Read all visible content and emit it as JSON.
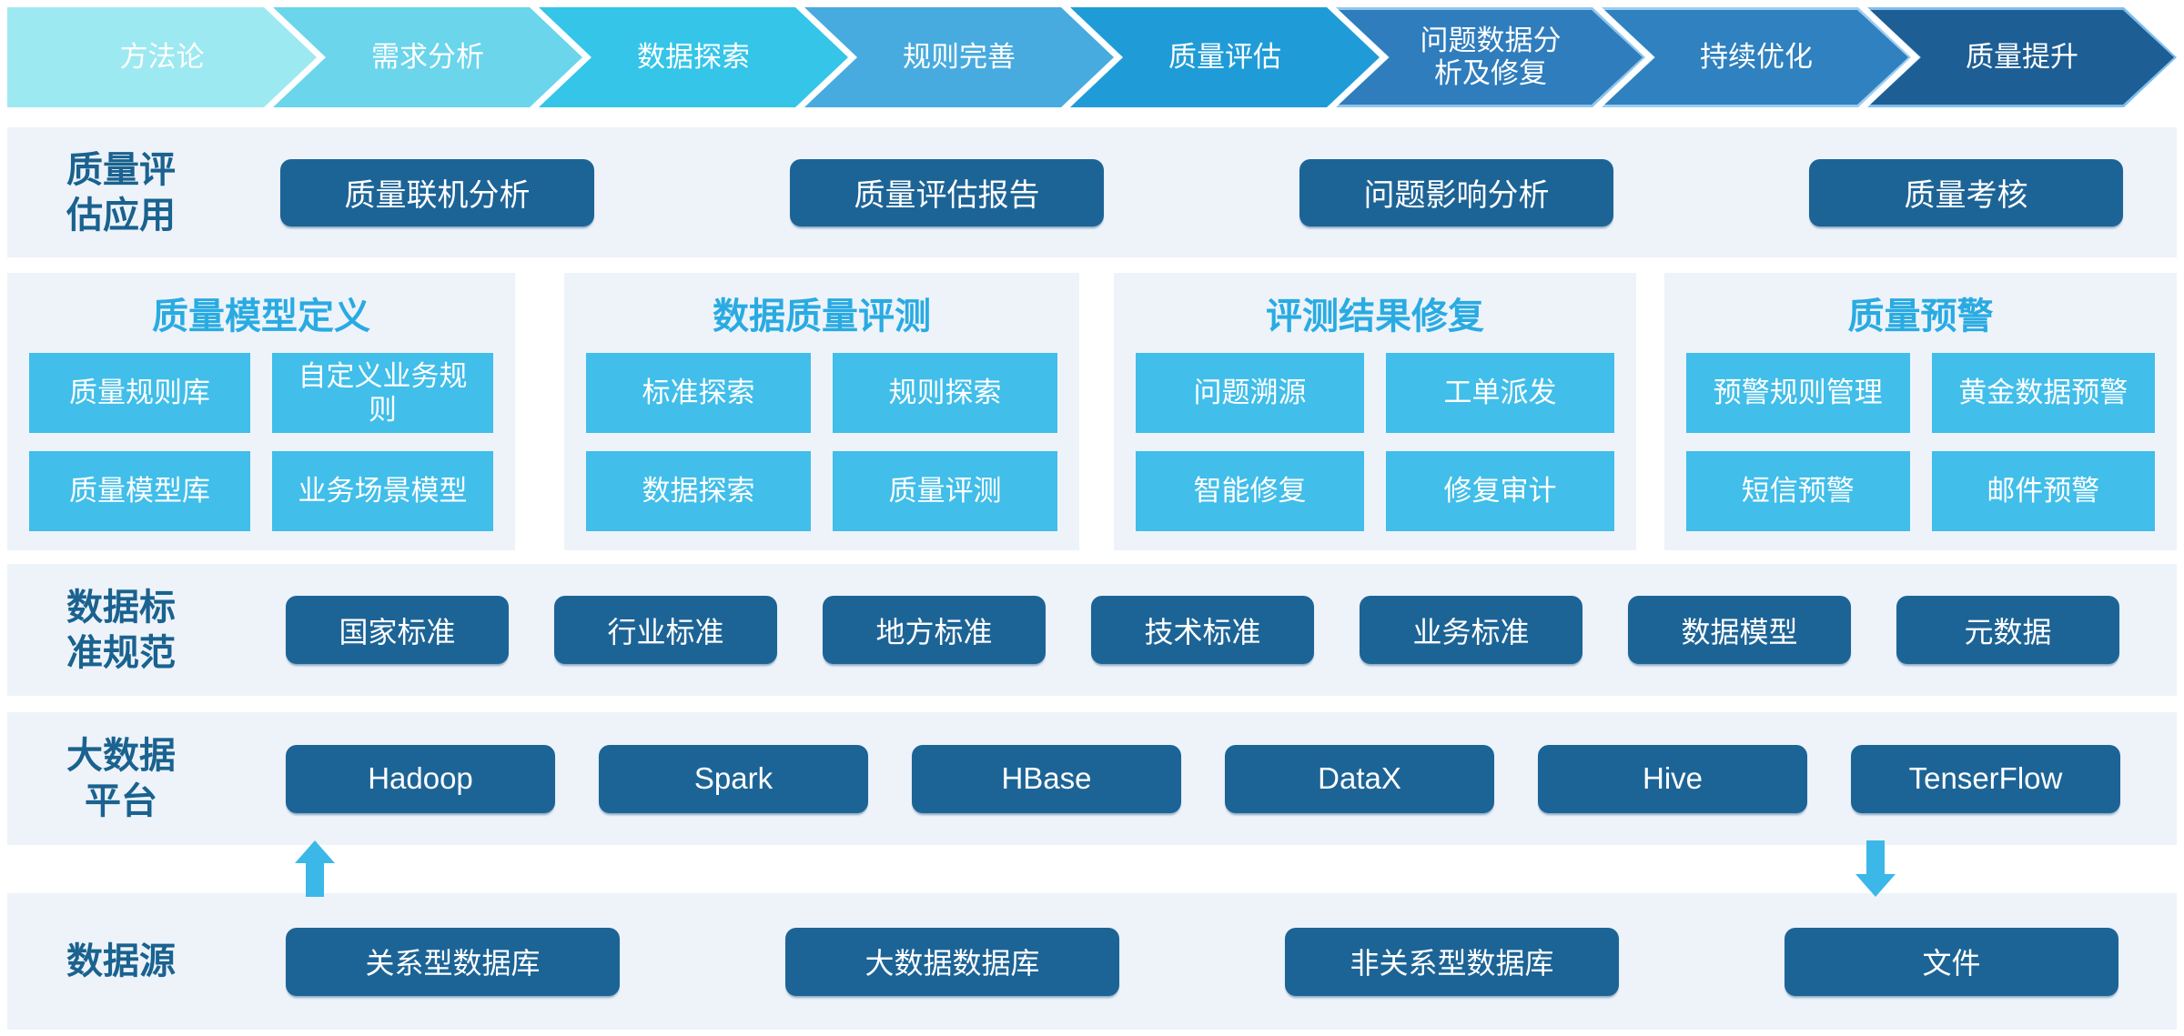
{
  "flow": {
    "steps": [
      {
        "label": "方法论",
        "color": "#9DE9F1",
        "border": "#9DE9F1"
      },
      {
        "label": "需求分析",
        "color": "#6AD5EB",
        "border": "#6AD5EB"
      },
      {
        "label": "数据探索",
        "color": "#34C5E8",
        "border": "#34C5E8"
      },
      {
        "label": "规则完善",
        "color": "#48ABDF",
        "border": "#48ABDF"
      },
      {
        "label": "质量评估",
        "color": "#1F9CD8",
        "border": "#1F9CD8"
      },
      {
        "label": "问题数据分\n析及修复",
        "color": "#2F7DBD",
        "border": "#8FC6EC"
      },
      {
        "label": "持续优化",
        "color": "#2F81BF",
        "border": "#9CCDF0"
      },
      {
        "label": "质量提升",
        "color": "#1D5E94",
        "border": "#7FBEEC"
      }
    ]
  },
  "apps": {
    "label": "质量评\n估应用",
    "buttons": [
      "质量联机分析",
      "质量评估报告",
      "问题影响分析",
      "质量考核"
    ]
  },
  "panels": [
    {
      "title": "质量模型定义",
      "items": [
        "质量规则库",
        "自定义业务规\n则",
        "质量模型库",
        "业务场景模型"
      ]
    },
    {
      "title": "数据质量评测",
      "items": [
        "标准探索",
        "规则探索",
        "数据探索",
        "质量评测"
      ]
    },
    {
      "title": "评测结果修复",
      "items": [
        "问题溯源",
        "工单派发",
        "智能修复",
        "修复审计"
      ]
    },
    {
      "title": "质量预警",
      "items": [
        "预警规则管理",
        "黄金数据预警",
        "短信预警",
        "邮件预警"
      ]
    }
  ],
  "standards": {
    "label": "数据标\n准规范",
    "buttons": [
      "国家标准",
      "行业标准",
      "地方标准",
      "技术标准",
      "业务标准",
      "数据模型",
      "元数据"
    ]
  },
  "platform": {
    "label": "大数据\n平台",
    "buttons": [
      "Hadoop",
      "Spark",
      "HBase",
      "DataX",
      "Hive",
      "TenserFlow"
    ]
  },
  "sources": {
    "label": "数据源",
    "buttons": [
      "关系型数据库",
      "大数据数据库",
      "非关系型数据库",
      "文件"
    ]
  },
  "icons": {
    "up_arrow": "up-arrow",
    "down_arrow": "down-arrow"
  },
  "colors": {
    "page_bg": "#FFFFFF",
    "band_bg": "#EEF3FA",
    "dark_button": "#1D6496",
    "cyan_button": "#41BEEA",
    "panel_title": "#29ABE2",
    "label_text": "#1A628F",
    "arrow": "#3BB8E8"
  }
}
